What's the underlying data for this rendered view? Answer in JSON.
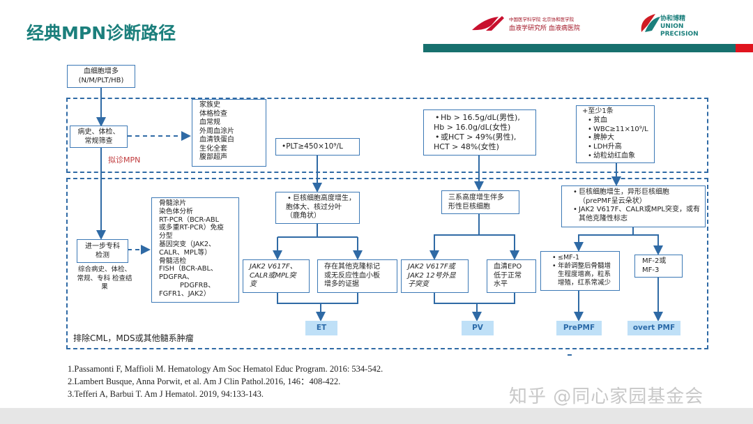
{
  "header": {
    "title": "经典MPN诊断路径",
    "logo1_text": "中国医学科学院 北京协和医学院 血液学研究所 血液病医院",
    "logo2_text": "协和博精 UNION PRECISION",
    "colors": {
      "title": "#1b7f7c",
      "bar": "#17706e",
      "bar_accent": "#e0141e",
      "line": "#2f6aa5",
      "label_bg": "#bfe0f7"
    }
  },
  "flow": {
    "start": [
      "血细胞增多",
      "(N/M/PLT/HB)"
    ],
    "screen": [
      "病史、体检、",
      "常规筛查"
    ],
    "screen_items": [
      "家族史",
      "体格检查",
      "血常规",
      "外周血涂片",
      "血清铁蛋白",
      "生化全套",
      "腹部超声"
    ],
    "suspect": "拟诊MPN",
    "plt": "•PLT≥450×10⁹/L",
    "hb": [
      "Hb > 16.5g/dL(男性),",
      "Hb > 16.0g/dL(女性)",
      "或HCT > 49%(男性),",
      "HCT > 48%(女性)"
    ],
    "pmf_criteria": [
      "+至少1条",
      "贫血",
      "WBC≥11×10⁹/L",
      "脾肿大",
      "LDH升高",
      "幼粒幼红血象"
    ],
    "further": [
      "进一步专科",
      "检测"
    ],
    "further_note": "综合病史、体检、常规、专科 检查结果",
    "tests": [
      "骨髓涂片",
      "染色体分析",
      "RT-PCR（BCR-ABL",
      "或多重RT-PCR）免疫",
      "分型",
      "基因突变（JAK2、",
      "CALR、MPL等）",
      "骨髓活检",
      "FISH（BCR-ABL、",
      "PDGFRA、",
      "PDGFRB、",
      "FGFR1、JAK2）"
    ],
    "et_marrow": [
      "巨核细胞高度增生，",
      "胞体大、核过分叶",
      "（鹿角状）"
    ],
    "et_mut": [
      "JAK2 V617F、",
      "CALR或MPL突",
      "变"
    ],
    "et_other": [
      "存在其他克隆标记",
      "或无反应性血小板",
      "增多的证据"
    ],
    "pv_marrow": [
      "三系高度增生伴多",
      "形性巨核细胞"
    ],
    "pv_mut": [
      "JAK2 V617F或",
      "JAK2 12号外显",
      "子突变"
    ],
    "pv_epo": [
      "血清EPO",
      "低于正常",
      "水平"
    ],
    "pmf_marrow": [
      "巨核细胞增生，异形巨核细胞（prePMF呈云朵状）",
      "JAK2 V617F、CALR或MPL突变，或有其他克隆性标志"
    ],
    "prepmf_crit": [
      "≤MF-1",
      "年龄调整后骨髓增生程度增高，粒系增殖，红系常减少"
    ],
    "overt_crit": [
      "MF-2或",
      "MF-3"
    ],
    "results": {
      "et": "ET",
      "pv": "PV",
      "prepmf": "PrePMF",
      "overt": "overt PMF"
    },
    "exclude": "排除CML，MDS或其他髓系肿瘤"
  },
  "references": [
    "1.Passamonti F, Maffioli M. Hematology Am Soc Hematol Educ Program. 2016: 534-542.",
    "2.Lambert Busque, Anna Porwit, et al. Am J Clin Pathol.2016, 146：408-422.",
    "3.Tefferi A, Barbui T. Am J Hematol. 2019, 94:133-143."
  ],
  "watermark": "知乎 @同心家园基金会"
}
